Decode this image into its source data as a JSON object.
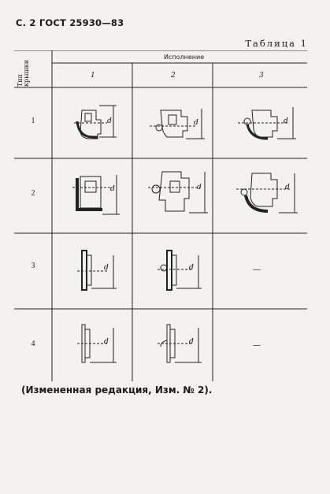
{
  "header": {
    "page_ref": "С. 2 ГОСТ 25930—83"
  },
  "table": {
    "label": "Таблица 1",
    "col_header_group": "Исполнение",
    "row_header": "Тип крышки",
    "columns": [
      "1",
      "2",
      "3"
    ],
    "rows": [
      {
        "type": "1",
        "cells": [
          "drawing",
          "drawing",
          "drawing"
        ]
      },
      {
        "type": "2",
        "cells": [
          "drawing",
          "drawing",
          "drawing"
        ]
      },
      {
        "type": "3",
        "cells": [
          "drawing",
          "drawing",
          "—"
        ]
      },
      {
        "type": "4",
        "cells": [
          "drawing",
          "drawing",
          "—"
        ]
      }
    ],
    "dimension_label": "d"
  },
  "footer": {
    "note": "(Измененная редакция, Изм. № 2)."
  }
}
